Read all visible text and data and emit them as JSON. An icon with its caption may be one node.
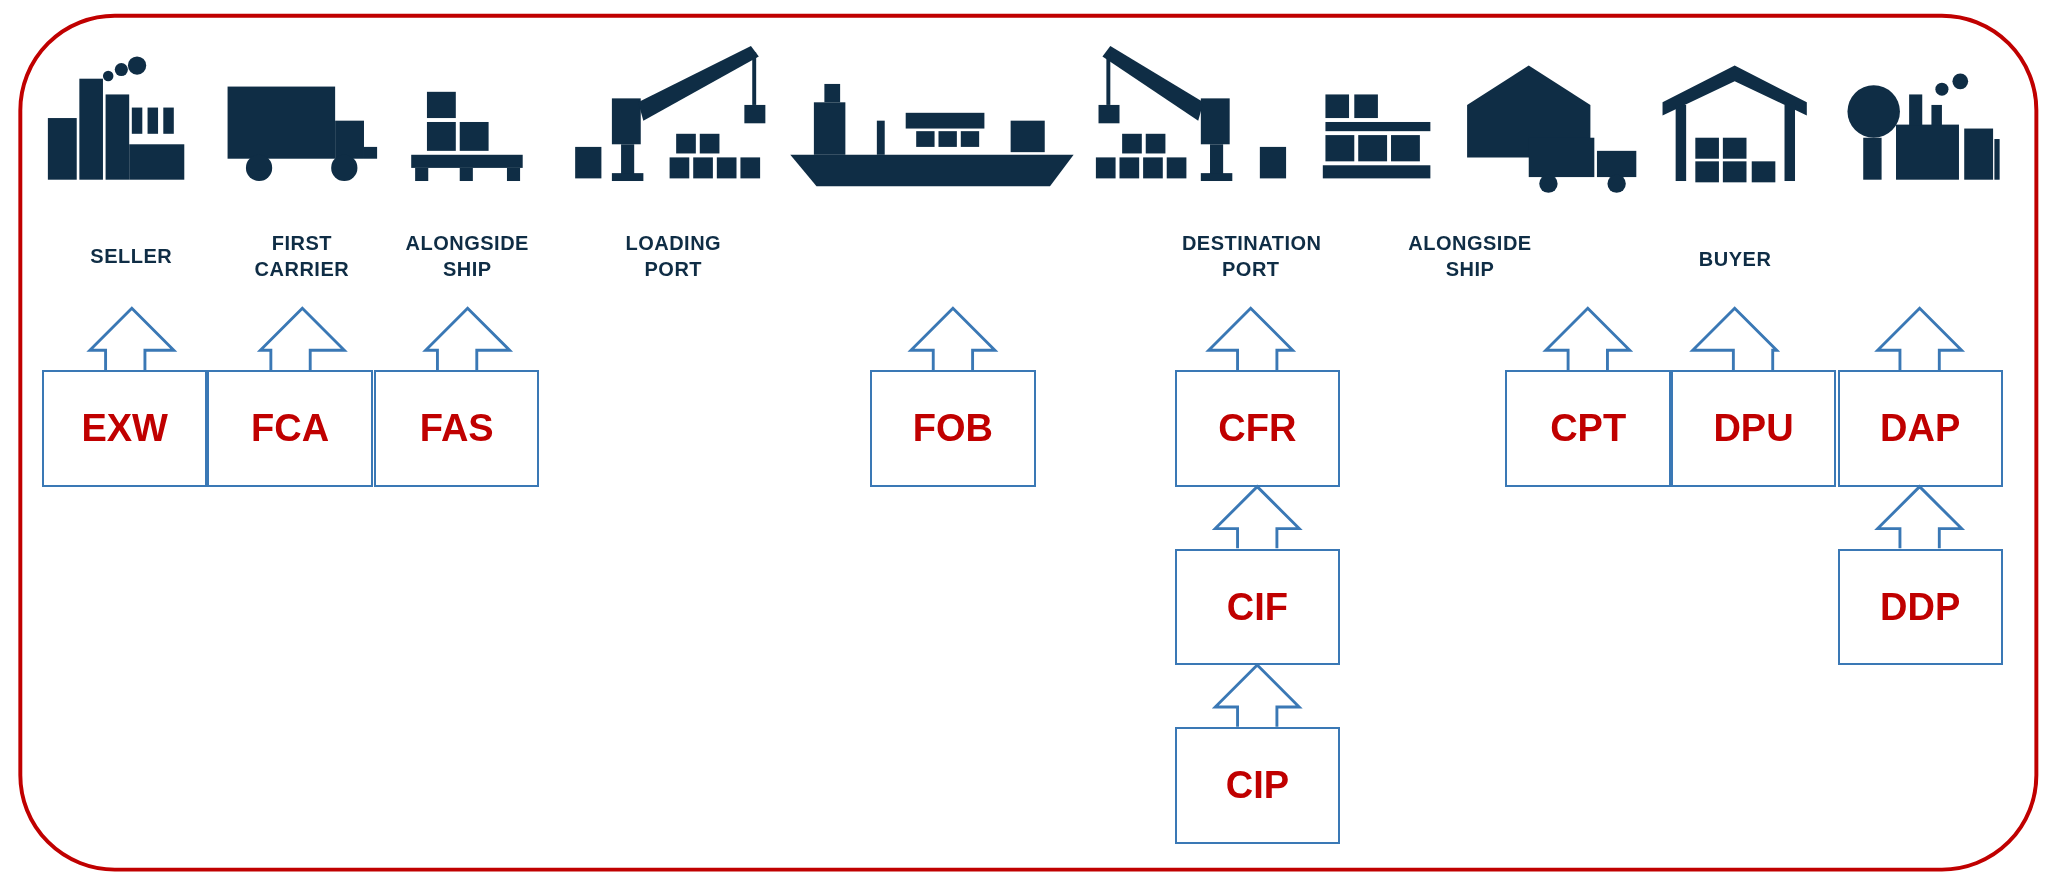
{
  "diagram": {
    "nodes": [
      {
        "text": [
          "SELLER"
        ]
      },
      {
        "text": [
          "FIRST CARRIER"
        ]
      },
      {
        "text": [
          "ALONGSIDE SHIP"
        ]
      },
      {
        "text": [
          "LOADING PORT"
        ]
      },
      {
        "text": [
          "DESTINATION PORT"
        ]
      },
      {
        "text": [
          "ALONGSIDE SHIP"
        ]
      },
      {
        "text": [
          "BUYER"
        ]
      },
      {
        "text": [
          "EXW"
        ]
      },
      {
        "text": [
          "FCA"
        ]
      },
      {
        "text": [
          "FAS"
        ]
      },
      {
        "text": [
          "FOB"
        ]
      },
      {
        "text": [
          "CFR"
        ]
      },
      {
        "text": [
          "CPT"
        ]
      },
      {
        "text": [
          "DPU"
        ]
      },
      {
        "text": [
          "DAP"
        ]
      },
      {
        "text": [
          "CIF"
        ]
      },
      {
        "text": [
          "DDP"
        ]
      },
      {
        "text": [
          "CIP"
        ]
      }
    ],
    "edges": [
      {
        "from": 7,
        "to": 0,
        "arrow": "to"
      },
      {
        "from": 8,
        "to": 1,
        "arrow": "to"
      },
      {
        "from": 9,
        "to": 2,
        "arrow": "to"
      },
      {
        "from": 10,
        "to": null,
        "arrow": "to"
      },
      {
        "from": 11,
        "to": 4,
        "arrow": "to"
      },
      {
        "from": 15,
        "to": 11,
        "arrow": "to"
      },
      {
        "from": 17,
        "to": 15,
        "arrow": "to"
      },
      {
        "from": 12,
        "to": null,
        "arrow": "to"
      },
      {
        "from": 13,
        "to": 6,
        "arrow": "to"
      },
      {
        "from": 14,
        "to": null,
        "arrow": "to"
      },
      {
        "from": 16,
        "to": 14,
        "arrow": "to"
      }
    ]
  }
}
